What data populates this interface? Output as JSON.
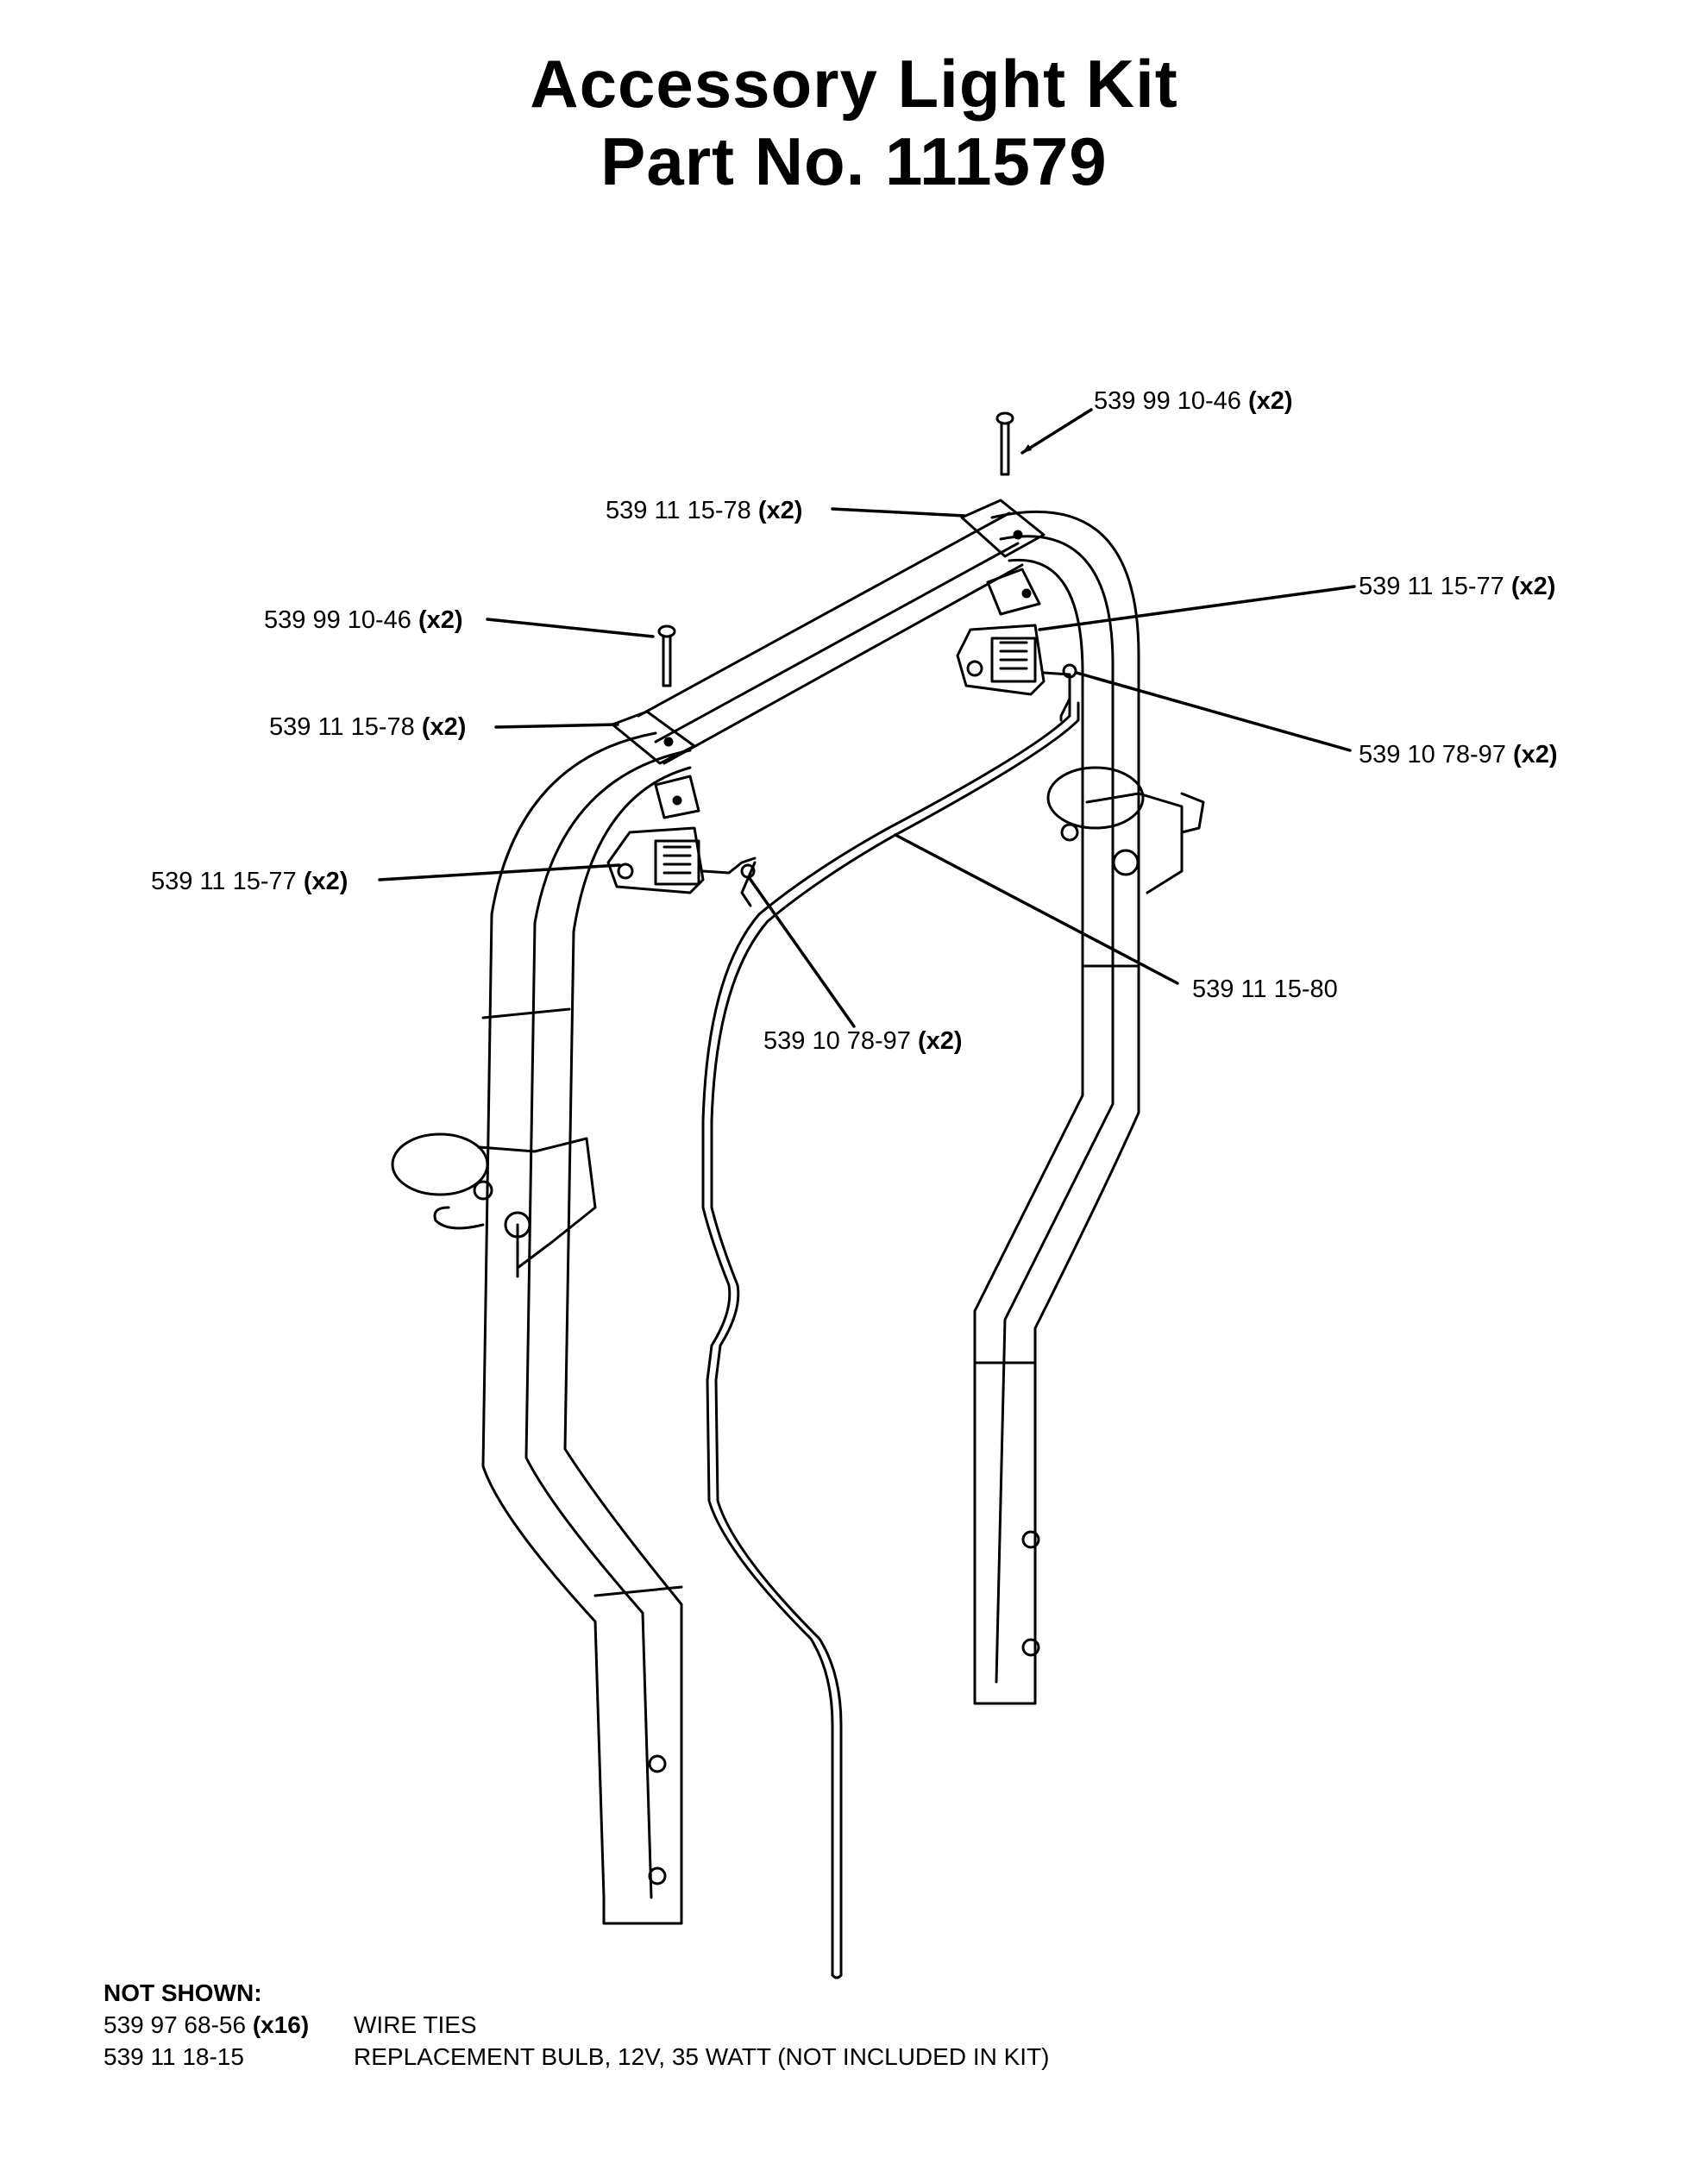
{
  "title": {
    "line1": "Accessory Light Kit",
    "line2": "Part No. 111579"
  },
  "callouts": [
    {
      "id": "bolt-top-right",
      "part": "539 99 10-46",
      "qty": "(x2)"
    },
    {
      "id": "bracket-top-right",
      "part": "539 11 15-78",
      "qty": "(x2)"
    },
    {
      "id": "light-right",
      "part": "539 11 15-77",
      "qty": "(x2)"
    },
    {
      "id": "bolt-left",
      "part": "539 99 10-46",
      "qty": "(x2)"
    },
    {
      "id": "nut-right",
      "part": "539 10 78-97",
      "qty": "(x2)"
    },
    {
      "id": "bracket-left",
      "part": "539 11 15-78",
      "qty": "(x2)"
    },
    {
      "id": "light-left",
      "part": "539 11 15-77",
      "qty": "(x2)"
    },
    {
      "id": "harness",
      "part": "539 11 15-80",
      "qty": ""
    },
    {
      "id": "nut-left",
      "part": "539 10 78-97",
      "qty": "(x2)"
    }
  ],
  "not_shown": {
    "header": "NOT SHOWN:",
    "items": [
      {
        "part": "539 97 68-56",
        "qty": "(x16)",
        "desc": "WIRE TIES"
      },
      {
        "part": "539  11  18-15",
        "qty": "",
        "desc": "REPLACEMENT BULB, 12V, 35 WATT (NOT INCLUDED IN KIT)"
      }
    ]
  }
}
